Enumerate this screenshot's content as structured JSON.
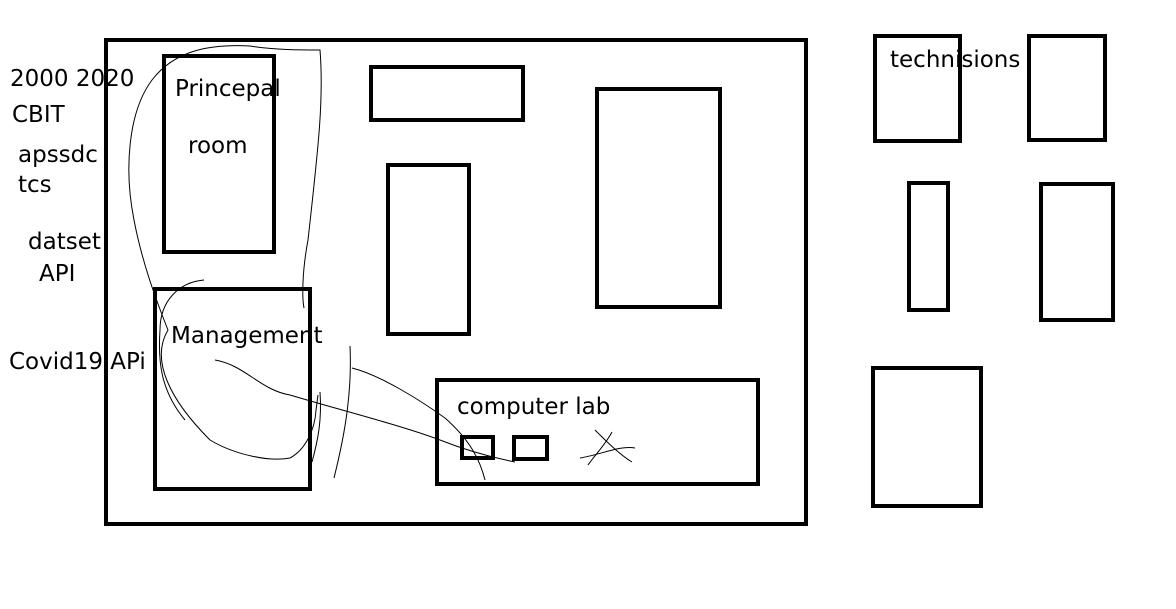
{
  "side_notes": {
    "years": "2000 2020",
    "college": "CBIT",
    "org1": "apssdc",
    "org2": "tcs",
    "dataset": "datset",
    "api": "API",
    "covid_api": "Covid19 APi"
  },
  "rooms": {
    "principal_line1": "Princepal",
    "principal_line2": "room",
    "management": "Management",
    "computer_lab": "computer lab",
    "technicians": "technisions"
  },
  "colors": {
    "stroke": "#000000",
    "background": "#ffffff"
  }
}
